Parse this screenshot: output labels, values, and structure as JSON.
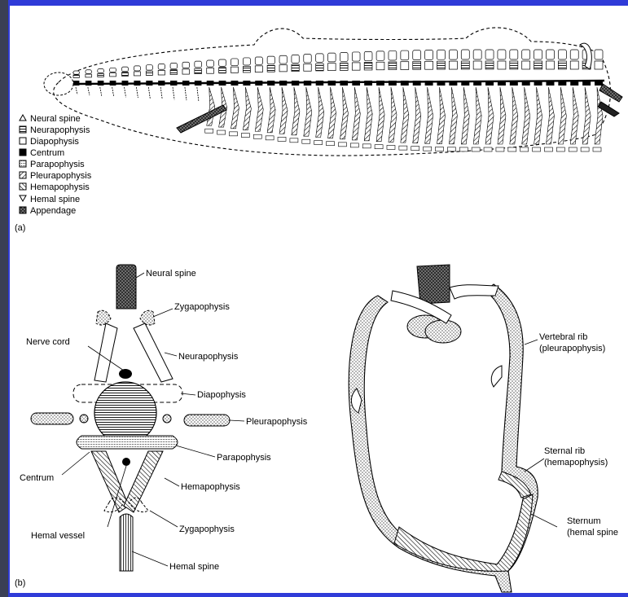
{
  "legend": {
    "items": [
      {
        "label": "Neural spine",
        "symbol": "triangle-up"
      },
      {
        "label": "Neurapophysis",
        "symbol": "horizontal-lines"
      },
      {
        "label": "Diapophysis",
        "symbol": "open-square"
      },
      {
        "label": "Centrum",
        "symbol": "solid-square"
      },
      {
        "label": "Parapophysis",
        "symbol": "dotted-lines"
      },
      {
        "label": "Pleurapophysis",
        "symbol": "diagonal-lines"
      },
      {
        "label": "Hemapophysis",
        "symbol": "back-diagonal-lines"
      },
      {
        "label": "Hemal spine",
        "symbol": "triangle-down"
      },
      {
        "label": "Appendage",
        "symbol": "crosshatch"
      }
    ]
  },
  "panel_a": {
    "tag": "(a)"
  },
  "panel_b": {
    "tag": "(b)",
    "labels": {
      "neural_spine": "Neural spine",
      "zygapophysis_top": "Zygapophysis",
      "nerve_cord": "Nerve cord",
      "neurapophysis": "Neurapophysis",
      "diapophysis": "Diapophysis",
      "pleurapophysis": "Pleurapophysis",
      "parapophysis": "Parapophysis",
      "centrum": "Centrum",
      "hemapophysis": "Hemapophysis",
      "zygapophysis_bottom": "Zygapophysis",
      "hemal_vessel": "Hemal vessel",
      "hemal_spine": "Hemal spine"
    }
  },
  "panel_c": {
    "labels": {
      "vertebral_rib_1": "Vertebral rib",
      "vertebral_rib_2": "(pleurapophysis)",
      "sternal_rib_1": "Sternal rib",
      "sternal_rib_2": "(hemapophysis)",
      "sternum_1": "Sternum",
      "sternum_2": "(hemal spine"
    }
  },
  "colors": {
    "background": "#2f3bd8",
    "sidebar": "#3a3f55",
    "panel": "#ffffff"
  }
}
